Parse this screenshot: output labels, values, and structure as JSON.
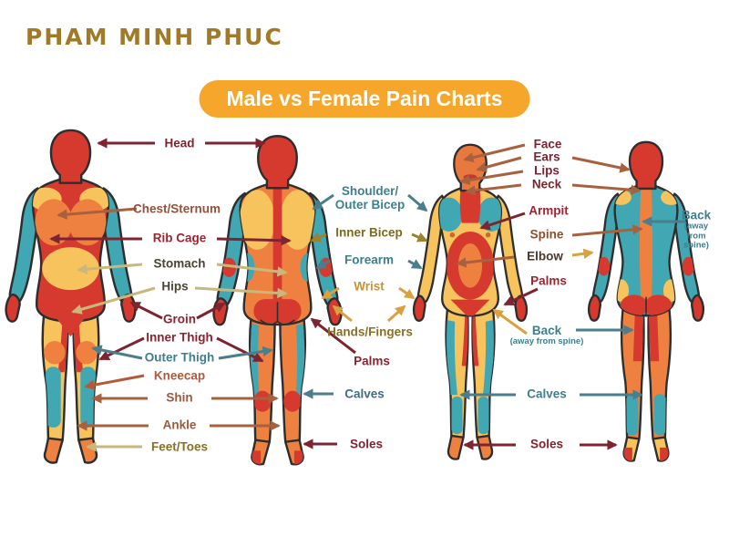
{
  "brand": {
    "logo_text": "PHAM MINH PHUC",
    "logo_color": "#A07A28"
  },
  "title": {
    "text": "Male vs Female Pain Charts",
    "banner_color": "#F5A62B",
    "text_color": "#FFFFFF"
  },
  "figures": [
    "male-front-view",
    "male-back-view",
    "female-front-view",
    "female-back-view"
  ],
  "palette": {
    "body_red": "#D63A2F",
    "body_orange": "#EF8140",
    "body_yellow": "#F7C35C",
    "body_teal": "#41A7B3",
    "outline": "#2E2E2E",
    "background": "#FFFFFF"
  },
  "labels": {
    "left": [
      {
        "text": "Head",
        "color": "#7E2430"
      },
      {
        "text": "Chest/Sternum",
        "color": "#96503C"
      },
      {
        "text": "Rib Cage",
        "color": "#9E2430"
      },
      {
        "text": "Stomach",
        "color": "#4A4433"
      },
      {
        "text": "Hips",
        "color": "#4A4433"
      },
      {
        "text": "Groin",
        "color": "#8C2332"
      },
      {
        "text": "Inner Thigh",
        "color": "#8C2332"
      },
      {
        "text": "Outer Thigh",
        "color": "#3E7F8E"
      },
      {
        "text": "Kneecap",
        "color": "#B0593B"
      },
      {
        "text": "Shin",
        "color": "#9C5A3C"
      },
      {
        "text": "Ankle",
        "color": "#9C5A3C"
      },
      {
        "text": "Feet/Toes",
        "color": "#8A7023"
      }
    ],
    "middle": [
      {
        "text": "Shoulder/\nOuter Bicep",
        "color": "#3E7F8E"
      },
      {
        "text": "Inner Bicep",
        "color": "#7E6A1E"
      },
      {
        "text": "Forearm",
        "color": "#3E7F8E"
      },
      {
        "text": "Wrist",
        "color": "#C8922F"
      },
      {
        "text": "Hands/Fingers",
        "color": "#8A7023"
      },
      {
        "text": "Palms",
        "color": "#8C2332"
      },
      {
        "text": "Calves",
        "color": "#3E6F80"
      },
      {
        "text": "Soles",
        "color": "#7E2430"
      }
    ],
    "right": [
      {
        "text": "Face",
        "color": "#7E2430"
      },
      {
        "text": "Ears",
        "color": "#7E2430"
      },
      {
        "text": "Lips",
        "color": "#7E2430"
      },
      {
        "text": "Neck",
        "color": "#7E2430"
      },
      {
        "text": "Armpit",
        "color": "#9E2430"
      },
      {
        "text": "Spine",
        "color": "#8C5030"
      },
      {
        "text": "Elbow",
        "color": "#4A362C"
      },
      {
        "text": "Palms",
        "color": "#9E2430"
      },
      {
        "text": "Back",
        "sub": "(away from spine)",
        "color": "#3E7F8E"
      },
      {
        "text": "Calves",
        "color": "#3E7F8E"
      },
      {
        "text": "Soles",
        "color": "#7E2430"
      }
    ],
    "far_right": [
      {
        "text": "Back",
        "sub": "(away from\nspine)",
        "color": "#3E7F8E"
      }
    ]
  }
}
